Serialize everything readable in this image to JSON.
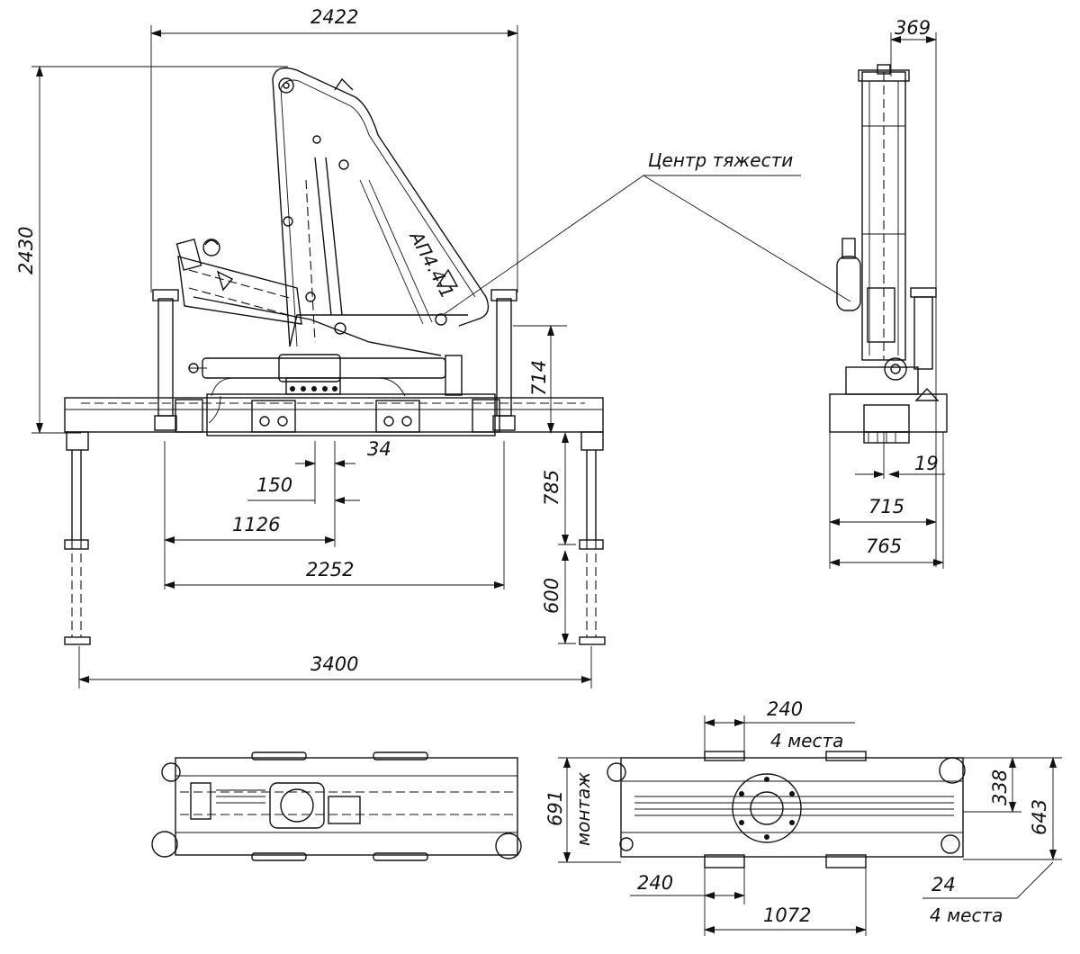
{
  "labels": {
    "center_of_gravity": "Центр тяжести",
    "boom_marking": "АП4.4-1",
    "mounting": "монтаж",
    "four_places": "4 места"
  },
  "dims": {
    "overall_length_top": "2422",
    "overall_height": "2430",
    "end_width": "369",
    "base_height": "714",
    "cg_offset": "34",
    "offset_150": "150",
    "half_span": "1126",
    "support_span": "2252",
    "outrigger_ext": "785",
    "outrigger_lower": "600",
    "outrigger_span": "3400",
    "dim_19": "19",
    "width_715": "715",
    "width_765": "765",
    "pad_240_top": "240",
    "height_691": "691",
    "height_338": "338",
    "height_643": "643",
    "pad_240_bottom": "240",
    "dim_24": "24",
    "length_1072": "1072"
  }
}
